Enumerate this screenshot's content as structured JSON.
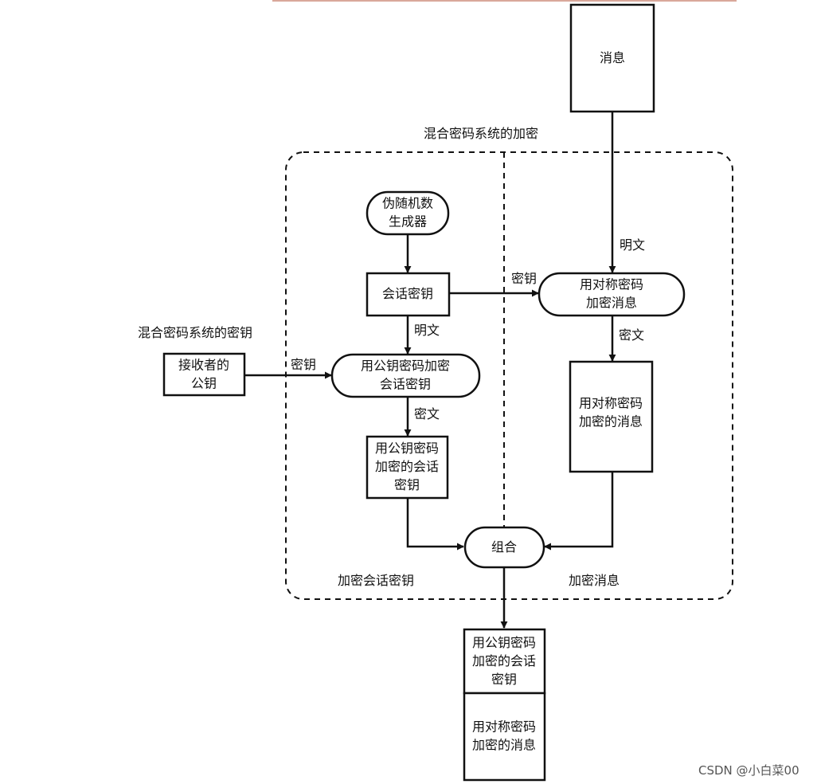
{
  "diagram": {
    "region_title": "混合密码系统的加密",
    "key_section_title": "混合密码系统的密钥",
    "nodes": {
      "message": [
        "消息"
      ],
      "prng": [
        "伪随机数",
        "生成器"
      ],
      "session_key": [
        "会话密钥"
      ],
      "sym_encrypt": [
        "用对称密码",
        "加密消息"
      ],
      "receiver_pubkey": [
        "接收者的",
        "公钥"
      ],
      "pub_encrypt": [
        "用公钥密码加密",
        "会话密钥"
      ],
      "enc_session_key": [
        "用公钥密码",
        "加密的会话",
        "密钥"
      ],
      "enc_message": [
        "用对称密码",
        "加密的消息"
      ],
      "combine": [
        "组合"
      ],
      "out_key": [
        "用公钥密码",
        "加密的会话",
        "密钥"
      ],
      "out_msg": [
        "用对称密码",
        "加密的消息"
      ]
    },
    "edge_labels": {
      "plaintext_to_sym": "明文",
      "key_to_sym": "密钥",
      "plaintext_to_pub": "明文",
      "key_to_pub": "密钥",
      "ciphertext_sym": "密文",
      "ciphertext_pub": "密文"
    },
    "section_labels": {
      "left": "加密会话密钥",
      "right": "加密消息"
    }
  },
  "watermark": "CSDN @小白菜00"
}
